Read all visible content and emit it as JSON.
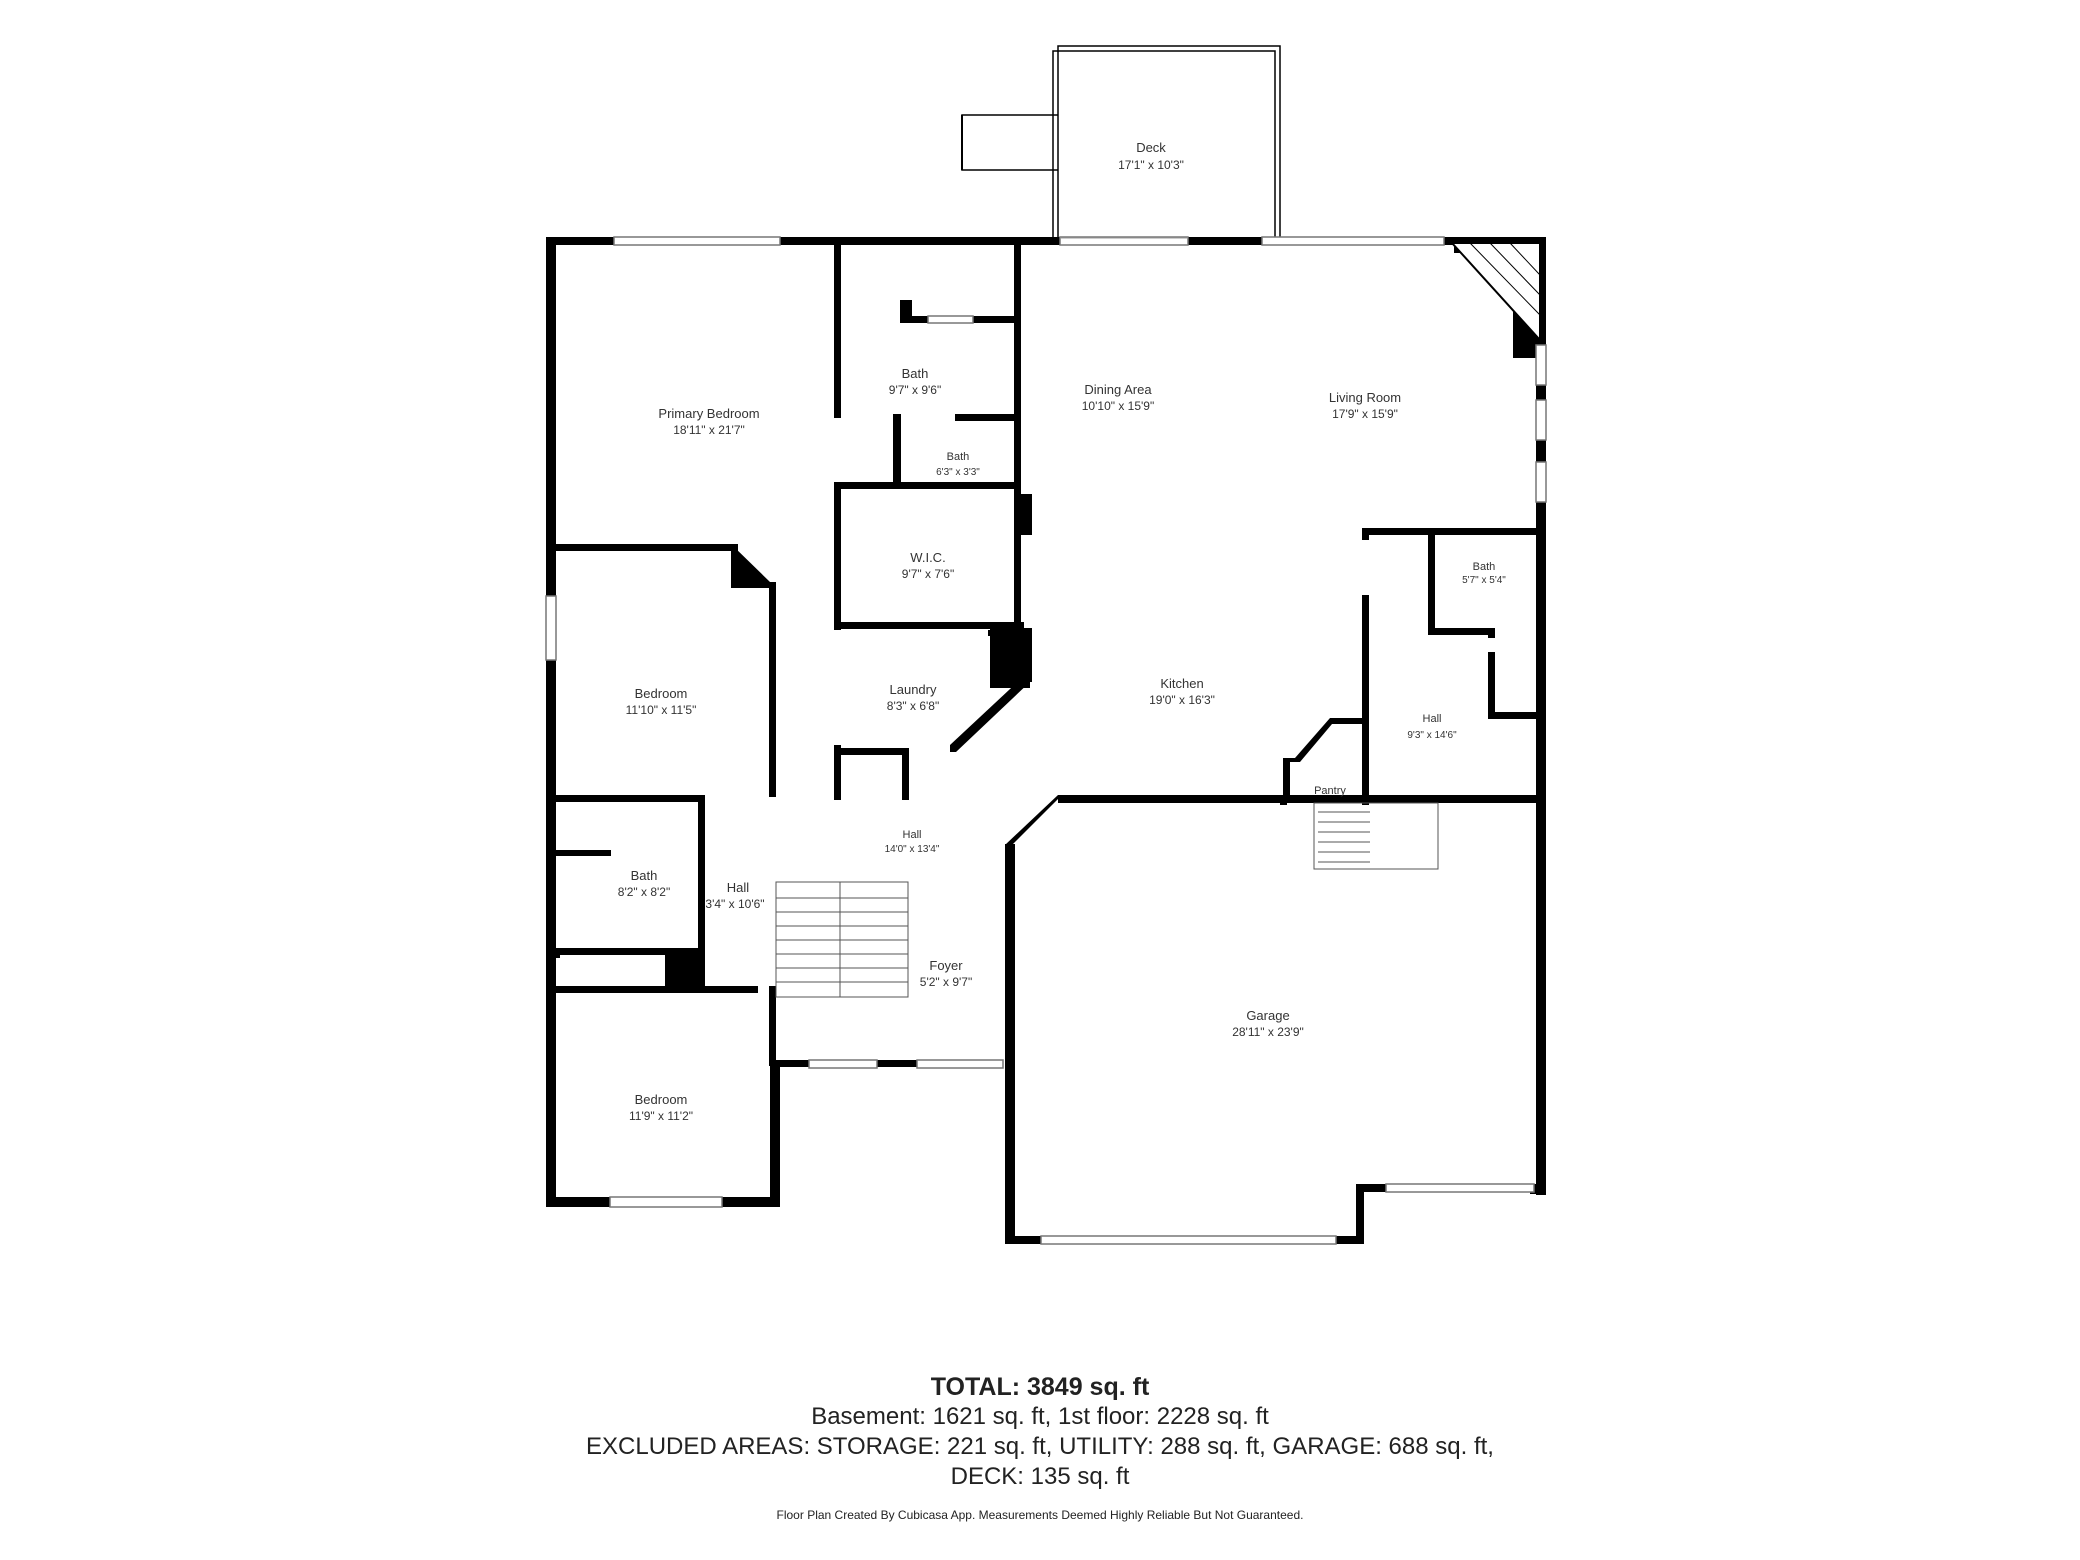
{
  "rooms": {
    "deck": {
      "name": "Deck",
      "dim": "17'1\" x 10'3\""
    },
    "primary": {
      "name": "Primary Bedroom",
      "dim": "18'11\" x 21'7\""
    },
    "bath1": {
      "name": "Bath",
      "dim": "9'7\" x 9'6\""
    },
    "bath2": {
      "name": "Bath",
      "dim": "6'3\" x 3'3\""
    },
    "wic": {
      "name": "W.I.C.",
      "dim": "9'7\" x 7'6\""
    },
    "dining": {
      "name": "Dining Area",
      "dim": "10'10\" x 15'9\""
    },
    "living": {
      "name": "Living Room",
      "dim": "17'9\" x 15'9\""
    },
    "bath3": {
      "name": "Bath",
      "dim": "5'7\" x 5'4\""
    },
    "bedroom1": {
      "name": "Bedroom",
      "dim": "11'10\" x 11'5\""
    },
    "laundry": {
      "name": "Laundry",
      "dim": "8'3\" x 6'8\""
    },
    "kitchen": {
      "name": "Kitchen",
      "dim": "19'0\" x 16'3\""
    },
    "hall_east": {
      "name": "Hall",
      "dim": "9'3\" x 14'6\""
    },
    "pantry": {
      "name": "Pantry",
      "dim": ""
    },
    "hall_center": {
      "name": "Hall",
      "dim": "14'0\" x 13'4\""
    },
    "bath4": {
      "name": "Bath",
      "dim": "8'2\" x 8'2\""
    },
    "hall_small": {
      "name": "Hall",
      "dim": "3'4\" x 10'6\""
    },
    "foyer": {
      "name": "Foyer",
      "dim": "5'2\" x 9'7\""
    },
    "garage": {
      "name": "Garage",
      "dim": "28'11\" x 23'9\""
    },
    "bedroom2": {
      "name": "Bedroom",
      "dim": "11'9\" x 11'2\""
    }
  },
  "footer": {
    "total": "TOTAL: 3849 sq. ft",
    "line1": "Basement: 1621 sq. ft, 1st floor: 2228 sq. ft",
    "line2": "EXCLUDED AREAS: STORAGE: 221 sq. ft, UTILITY: 288 sq. ft, GARAGE: 688 sq. ft,",
    "line3": "DECK: 135 sq. ft",
    "disclaimer": "Floor Plan Created By Cubicasa App. Measurements Deemed Highly Reliable But Not Guaranteed."
  }
}
